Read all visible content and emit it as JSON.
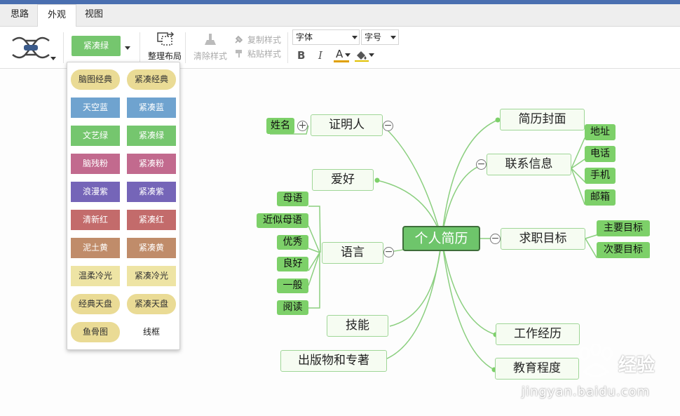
{
  "tabs": [
    {
      "label": "思路"
    },
    {
      "label": "外观"
    },
    {
      "label": "视图"
    }
  ],
  "toolbar": {
    "theme_selected": "紧凑绿",
    "arrange_label": "整理布局",
    "clear_style_label": "清除样式",
    "copy_style_label": "复制样式",
    "paste_style_label": "粘贴样式",
    "font_placeholder": "字体",
    "size_placeholder": "字号",
    "bold": "B",
    "italic": "I",
    "font_color": "A"
  },
  "styles": [
    {
      "label": "脑图经典",
      "color": "#eadb95",
      "text": "#333333"
    },
    {
      "label": "紧凑经典",
      "color": "#eadb95",
      "text": "#333333"
    },
    {
      "label": "天空蓝",
      "color": "#6fa3cf",
      "text": "#ffffff"
    },
    {
      "label": "紧凑蓝",
      "color": "#6fa3cf",
      "text": "#ffffff"
    },
    {
      "label": "文艺绿",
      "color": "#75c66e",
      "text": "#ffffff"
    },
    {
      "label": "紧凑绿",
      "color": "#75c66e",
      "text": "#ffffff"
    },
    {
      "label": "脑残粉",
      "color": "#c26a8e",
      "text": "#ffffff"
    },
    {
      "label": "紧凑粉",
      "color": "#c26a8e",
      "text": "#ffffff"
    },
    {
      "label": "浪漫紫",
      "color": "#7565b8",
      "text": "#ffffff"
    },
    {
      "label": "紧凑紫",
      "color": "#7565b8",
      "text": "#ffffff"
    },
    {
      "label": "清新红",
      "color": "#c36b6b",
      "text": "#ffffff"
    },
    {
      "label": "紧凑红",
      "color": "#c36b6b",
      "text": "#ffffff"
    },
    {
      "label": "泥土黄",
      "color": "#c08c6a",
      "text": "#ffffff"
    },
    {
      "label": "紧凑黄",
      "color": "#c08c6a",
      "text": "#ffffff"
    },
    {
      "label": "温柔冷光",
      "color": "#eee4a4",
      "text": "#333333"
    },
    {
      "label": "紧凑冷光",
      "color": "#eee4a4",
      "text": "#333333"
    },
    {
      "label": "经典天盘",
      "color": "#eadb95",
      "text": "#333333"
    },
    {
      "label": "紧凑天盘",
      "color": "#eadb95",
      "text": "#333333"
    },
    {
      "label": "鱼骨图",
      "color": "#eadb95",
      "text": "#333333"
    },
    {
      "label": "线框",
      "color": "#ffffff",
      "text": "#222222"
    }
  ],
  "mindmap": {
    "root": "个人简历",
    "left": [
      {
        "label": "证明人",
        "children": [
          "姓名"
        ]
      },
      {
        "label": "爱好",
        "children": []
      },
      {
        "label": "语言",
        "children": [
          "母语",
          "近似母语",
          "优秀",
          "良好",
          "一般",
          "阅读"
        ]
      },
      {
        "label": "技能",
        "children": []
      },
      {
        "label": "出版物和专著",
        "children": []
      }
    ],
    "right": [
      {
        "label": "简历封面",
        "children": []
      },
      {
        "label": "联系信息",
        "children": [
          "地址",
          "电话",
          "手机",
          "邮箱"
        ]
      },
      {
        "label": "求职目标",
        "children": [
          "主要目标",
          "次要目标"
        ]
      },
      {
        "label": "工作经历",
        "children": []
      },
      {
        "label": "教育程度",
        "children": []
      }
    ]
  },
  "watermark": {
    "brand": "经验",
    "url": "jingyan.baidu.com"
  },
  "colors": {
    "accent_blue": "#4a6fb0",
    "node_green": "#7dd069",
    "root_green": "#6ec56b",
    "line_green": "#8bcf7f"
  }
}
